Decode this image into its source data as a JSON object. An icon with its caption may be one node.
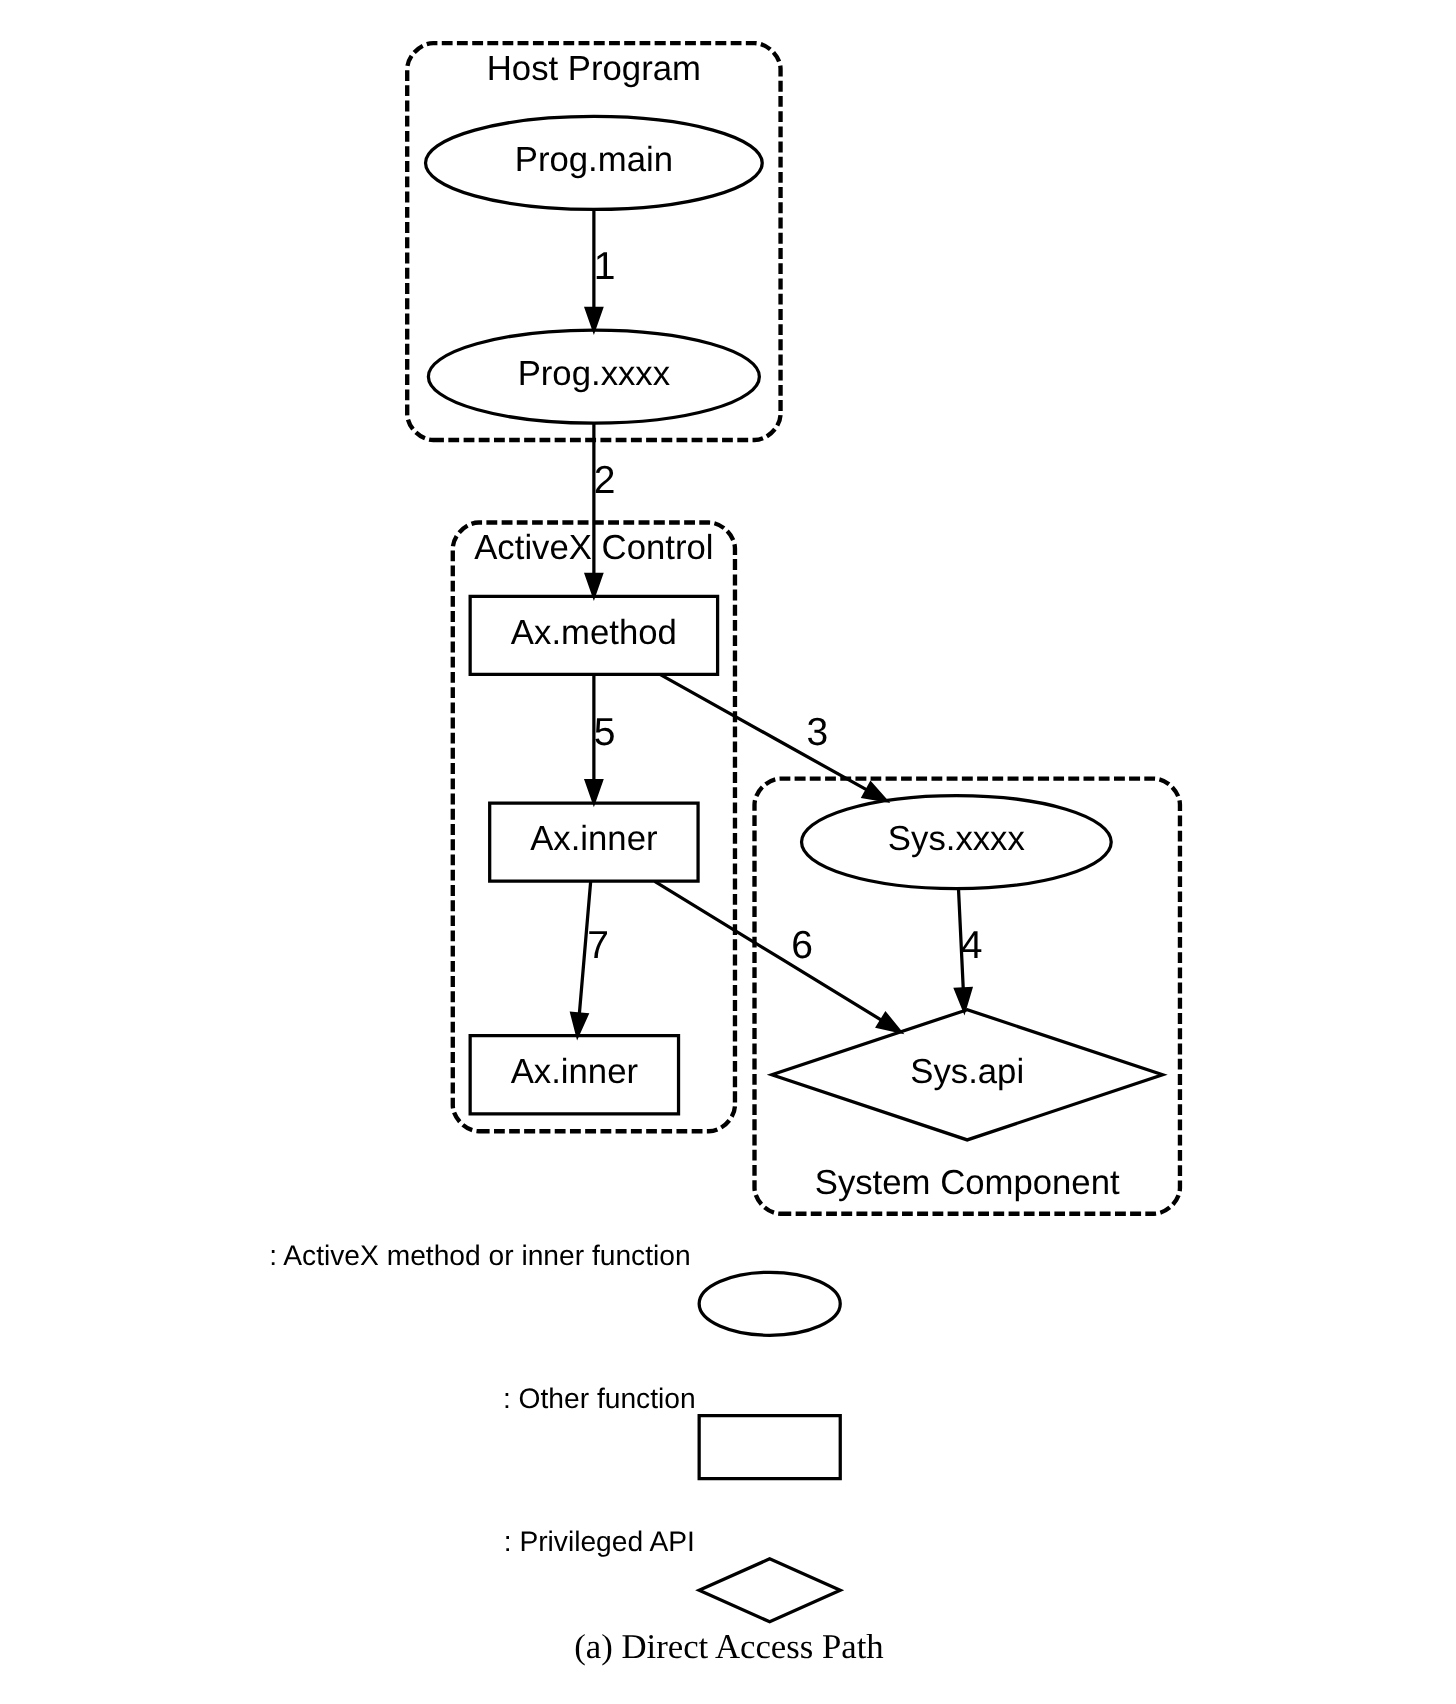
{
  "diagram": {
    "caption": "(a) Direct Access Path",
    "nodes": [
      {
        "text": [
          "Host Program"
        ]
      },
      {
        "text": [
          "Prog.main"
        ],
        "in": 0
      },
      {
        "text": [
          "Prog.xxxx"
        ],
        "in": 0
      },
      {
        "text": [
          "ActiveX Control"
        ]
      },
      {
        "text": [
          "Ax.method"
        ],
        "in": 3
      },
      {
        "text": [
          "Ax.inner"
        ],
        "in": 3
      },
      {
        "text": [
          "Ax.inner"
        ],
        "in": 3
      },
      {
        "text": [
          "System Component"
        ]
      },
      {
        "text": [
          "Sys.xxxx"
        ],
        "in": 7
      },
      {
        "text": [
          "Sys.api"
        ],
        "in": 7
      }
    ],
    "edges": [
      {
        "from": 1,
        "to": 2,
        "arrow": "to",
        "label": "1"
      },
      {
        "from": 2,
        "to": 4,
        "arrow": "to",
        "label": "2"
      },
      {
        "from": 4,
        "to": 8,
        "arrow": "to",
        "label": "3"
      },
      {
        "from": 8,
        "to": 9,
        "arrow": "to",
        "label": "4"
      },
      {
        "from": 4,
        "to": 5,
        "arrow": "to",
        "label": "5"
      },
      {
        "from": 5,
        "to": 9,
        "arrow": "to",
        "label": "6"
      },
      {
        "from": 5,
        "to": 6,
        "arrow": "to",
        "label": "7"
      }
    ],
    "legend": [
      {
        "text": ": ActiveX method or inner function"
      },
      {
        "text": ": Other function"
      },
      {
        "text": ": Privileged API"
      }
    ]
  }
}
